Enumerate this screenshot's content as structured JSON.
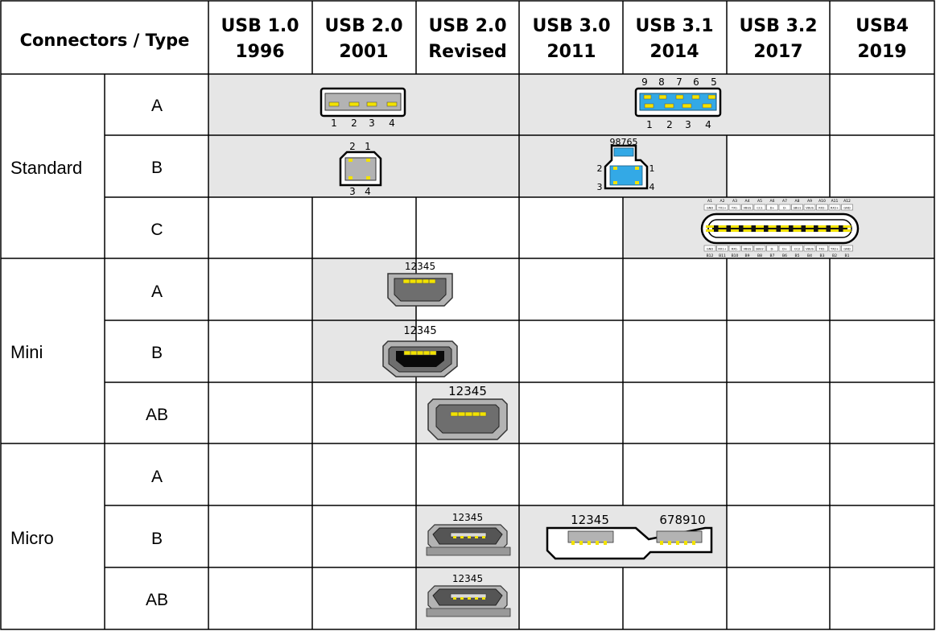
{
  "header": {
    "corner": "Connectors / Type",
    "columns": [
      {
        "line1": "USB 1.0",
        "line2": "1996"
      },
      {
        "line1": "USB 2.0",
        "line2": "2001"
      },
      {
        "line1": "USB 2.0",
        "line2": "Revised"
      },
      {
        "line1": "USB 3.0",
        "line2": "2011"
      },
      {
        "line1": "USB 3.1",
        "line2": "2014"
      },
      {
        "line1": "USB 3.2",
        "line2": "2017"
      },
      {
        "line1": "USB4",
        "line2": "2019"
      }
    ]
  },
  "groups": [
    {
      "name": "Standard",
      "types": [
        "A",
        "B",
        "C"
      ]
    },
    {
      "name": "Mini",
      "types": [
        "A",
        "B",
        "AB"
      ]
    },
    {
      "name": "Micro",
      "types": [
        "A",
        "B",
        "AB"
      ]
    }
  ],
  "connectors": {
    "std_a_usb2": {
      "pins_bottom": [
        "1",
        "2",
        "3",
        "4"
      ]
    },
    "std_a_usb3": {
      "pins_top": [
        "9",
        "8",
        "7",
        "6",
        "5"
      ],
      "pins_bottom": [
        "1",
        "2",
        "3",
        "4"
      ]
    },
    "std_b_usb2": {
      "pins_top": [
        "2",
        "1"
      ],
      "pins_bottom": [
        "3",
        "4"
      ]
    },
    "std_b_usb3": {
      "pins_top": "98765",
      "left_upper": "2",
      "right_upper": "1",
      "left_lower": "3",
      "right_lower": "4"
    },
    "type_c": {
      "top_ids": [
        "A1",
        "A2",
        "A3",
        "A4",
        "A5",
        "A6",
        "A7",
        "A8",
        "A9",
        "A10",
        "A11",
        "A12"
      ],
      "top_pins": [
        "GND",
        "TX1+",
        "TX1-",
        "VBUS",
        "CC1",
        "D+",
        "D-",
        "SBU1",
        "VBUS",
        "RX2-",
        "RX2+",
        "GND"
      ],
      "bottom_pins": [
        "GND",
        "RX1+",
        "RX1-",
        "VBUS",
        "SBU2",
        "D-",
        "D+",
        "CC2",
        "VBUS",
        "TX2-",
        "TX2+",
        "GND"
      ],
      "bottom_ids": [
        "B12",
        "B11",
        "B10",
        "B9",
        "B8",
        "B7",
        "B6",
        "B5",
        "B4",
        "B3",
        "B2",
        "B1"
      ]
    },
    "mini_a": {
      "pins": "12345"
    },
    "mini_b": {
      "pins": "12345"
    },
    "mini_ab": {
      "pins": "12345"
    },
    "micro_b_usb2": {
      "pins": "12345"
    },
    "micro_b_usb3": {
      "pins_left": "12345",
      "pins_right": "678910"
    },
    "micro_ab": {
      "pins": "12345"
    }
  },
  "colors": {
    "grid_line": "#000000",
    "shaded_cell": "#e6e6e6",
    "usb3_blue": "#33a9e6",
    "pin_gold": "#f2e200",
    "connector_gray": "#b3b3b3",
    "connector_dark": "#6e6e6e"
  }
}
